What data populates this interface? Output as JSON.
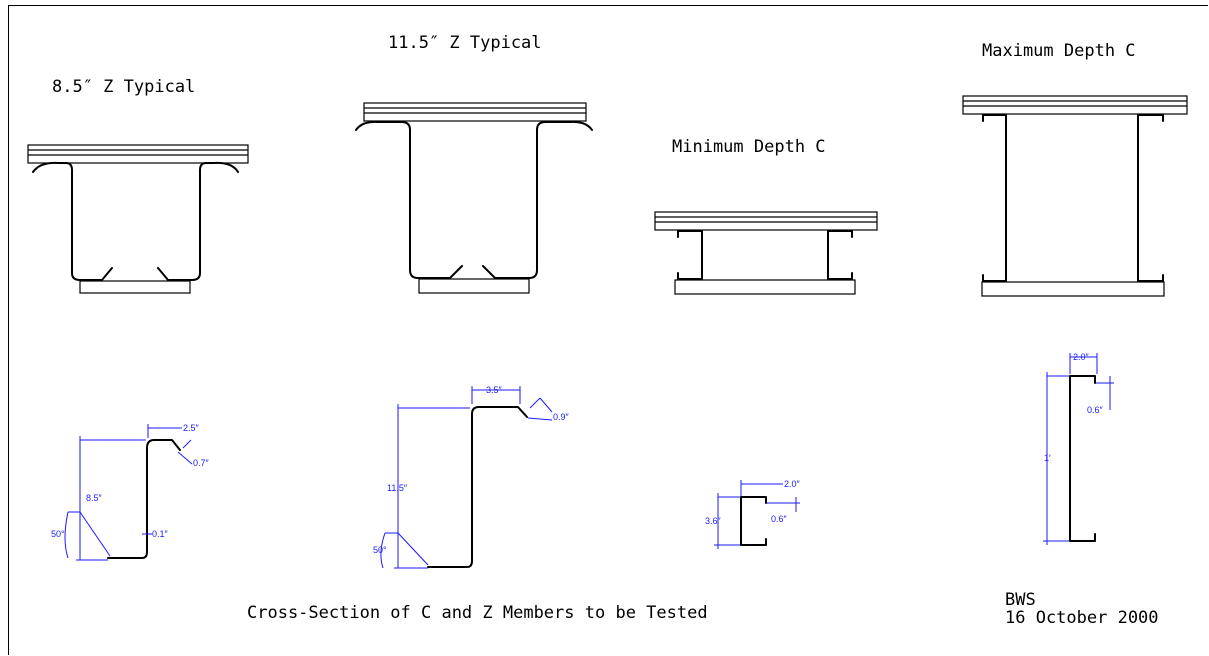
{
  "labels": {
    "z85": "8.5″ Z Typical",
    "z115": "11.5″ Z Typical",
    "cmin": "Minimum Depth C",
    "cmax": "Maximum Depth C",
    "caption": "Cross-Section of C and Z Members to be Tested",
    "author": "BWS",
    "date": "16 October 2000"
  },
  "dims": {
    "z85": {
      "flange": "2.5″",
      "lip": "0.7″",
      "depth": "8.5″",
      "thickness": "0.1″",
      "angle": "50°"
    },
    "z115": {
      "flange": "3.5″",
      "lip": "0.9″",
      "depth": "11.5″",
      "angle": "50°"
    },
    "cmin": {
      "flange": "2.0″",
      "lip": "0.6″",
      "depth": "3.6″"
    },
    "cmax": {
      "flange": "2.0″",
      "lip": "0.6″",
      "depth": "1′"
    }
  },
  "colors": {
    "drawing": "#000000",
    "dimension": "#1a1aff"
  }
}
